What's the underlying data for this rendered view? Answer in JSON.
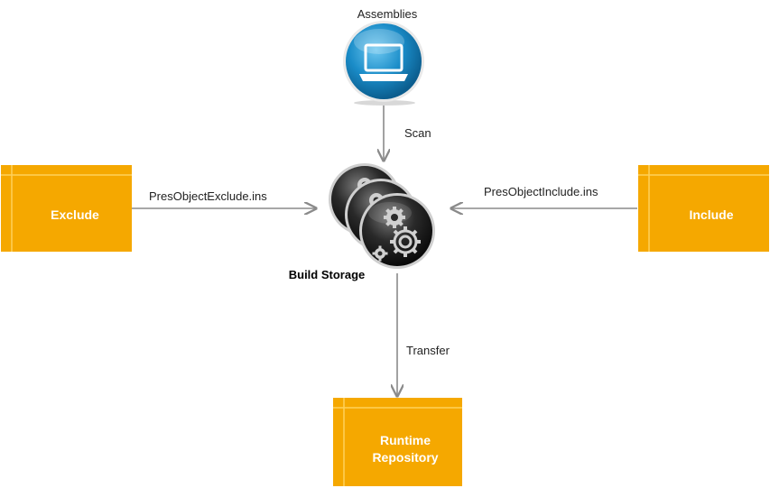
{
  "nodes": {
    "assemblies": {
      "label": "Assemblies",
      "icon": "laptop-icon"
    },
    "build_storage": {
      "label": "Build Storage",
      "icon": "gears-icon"
    },
    "exclude": {
      "label": "Exclude"
    },
    "include": {
      "label": "Include"
    },
    "runtime_repository": {
      "label_line1": "Runtime",
      "label_line2": "Repository"
    }
  },
  "edges": {
    "scan": {
      "label": "Scan"
    },
    "exclude_in": {
      "label": "PresObjectExclude.ins"
    },
    "include_in": {
      "label": "PresObjectInclude.ins"
    },
    "transfer": {
      "label": "Transfer"
    }
  },
  "colors": {
    "box_fill": "#F5A800",
    "box_line": "#FFD15A",
    "arrow": "#8A8A8A",
    "circle_blue": "#1A8CC8",
    "gear_dark": "#2A2A2A"
  }
}
